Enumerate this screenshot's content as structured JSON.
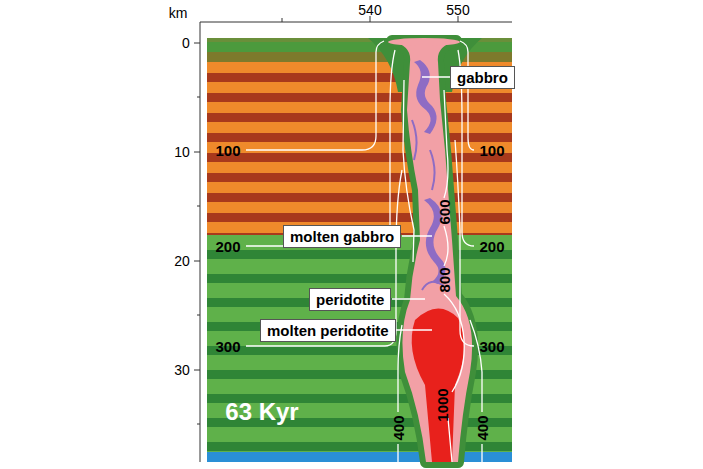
{
  "diagram": {
    "nodes": [
      {
        "text": [
          "gabbro"
        ]
      },
      {
        "text": [
          "molten gabbro"
        ]
      },
      {
        "text": [
          "peridotite"
        ]
      },
      {
        "text": [
          "molten peridotite"
        ]
      }
    ],
    "labels": [
      "km",
      "540",
      "550",
      "0",
      "10",
      "20",
      "30",
      "100",
      "100",
      "200",
      "200",
      "300",
      "300",
      "600",
      "800",
      "1000",
      "400",
      "400",
      "63 Kyr"
    ]
  }
}
